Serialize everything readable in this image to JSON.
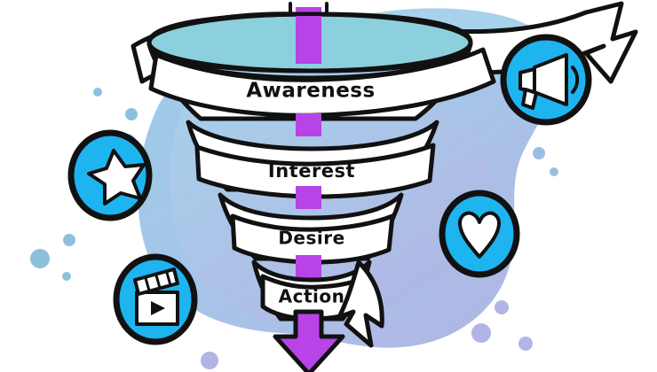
{
  "diagram": {
    "type": "marketing-funnel",
    "model": "AIDA",
    "background_color": "#ffffff",
    "stages": [
      {
        "id": "awareness",
        "label": "Awareness",
        "order": 1,
        "band_fill": "#ffffff",
        "text_color": "#111111",
        "font_size": 23
      },
      {
        "id": "interest",
        "label": "Interest",
        "order": 2,
        "band_fill": "#ffffff",
        "text_color": "#111111",
        "font_size": 21
      },
      {
        "id": "desire",
        "label": "Desire",
        "order": 3,
        "band_fill": "#ffffff",
        "text_color": "#111111",
        "font_size": 20
      },
      {
        "id": "action",
        "label": "Action",
        "order": 4,
        "band_fill": "#ffffff",
        "text_color": "#111111",
        "font_size": 20
      }
    ],
    "icons": [
      {
        "id": "megaphone",
        "name": "megaphone-icon",
        "position": "top-right",
        "circle_fill": "#1eb4f0",
        "outline_color": "#111111"
      },
      {
        "id": "star",
        "name": "star-icon",
        "position": "left-upper",
        "circle_fill": "#1eb4f0",
        "outline_color": "#111111"
      },
      {
        "id": "heart",
        "name": "heart-icon",
        "position": "right-lower",
        "circle_fill": "#1eb4f0",
        "outline_color": "#111111"
      },
      {
        "id": "clapperboard",
        "name": "clapperboard-icon",
        "position": "left-lower",
        "circle_fill": "#1eb4f0",
        "outline_color": "#111111"
      }
    ],
    "arrow": {
      "id": "flow-arrow",
      "name": "downward-arrow",
      "color": "#b843e6",
      "direction": "down"
    },
    "ribbon": {
      "id": "growth-ribbon",
      "name": "upward-swoosh-ribbon",
      "fill": "#ffffff",
      "outline_color": "#111111"
    },
    "palette": {
      "cyan": "#1eb4f0",
      "purple": "#b843e6",
      "teal": "#8ccfdd",
      "blob_blue": "#9fc8e8",
      "blob_lavender": "#b0b2e2",
      "bubble_blue": "#8dc0dd",
      "bubble_lavender": "#b3b4e6",
      "ink": "#111111"
    }
  }
}
